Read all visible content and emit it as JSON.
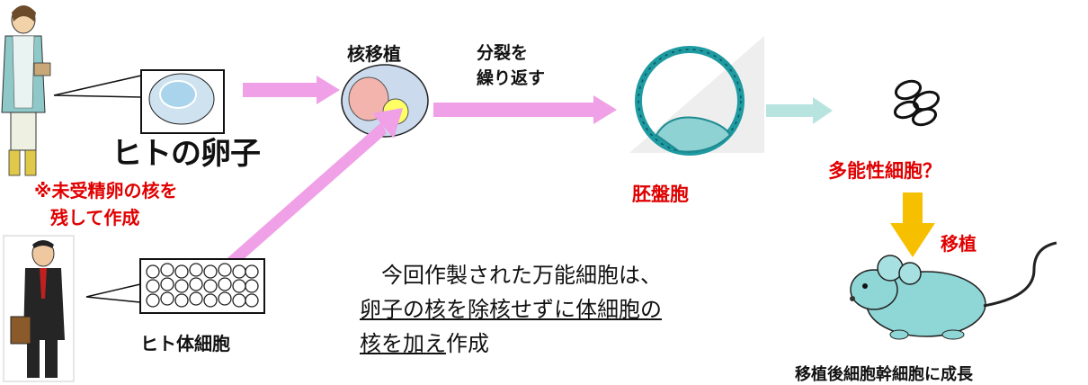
{
  "labels": {
    "egg_title": "ヒトの卵子",
    "egg_note_line1": "※未受精卵の核を",
    "egg_note_line2": "残して作成",
    "nuclear_transfer": "核移植",
    "division_line1": "分裂を",
    "division_line2": "繰り返す",
    "blastocyst": "胚盤胞",
    "pluripotent": "多能性細胞？",
    "transplant": "移植",
    "somatic_cell": "ヒト体細胞",
    "growth": "移植後細胞幹細胞に成長"
  },
  "main_text": {
    "line1": "今回作製された万能細胞は、",
    "line2": "卵子の核を除核せずに体細胞の",
    "line3_underlined": "核を加え",
    "line3_plain": "作成"
  },
  "colors": {
    "arrow_pink": "#f0a0e6",
    "arrow_teal_light": "#b8e4e0",
    "arrow_yellow": "#f6c000",
    "label_red": "#e00000",
    "cell_teal": "#2aa9a0",
    "mouse_teal": "#8fd6d6"
  }
}
